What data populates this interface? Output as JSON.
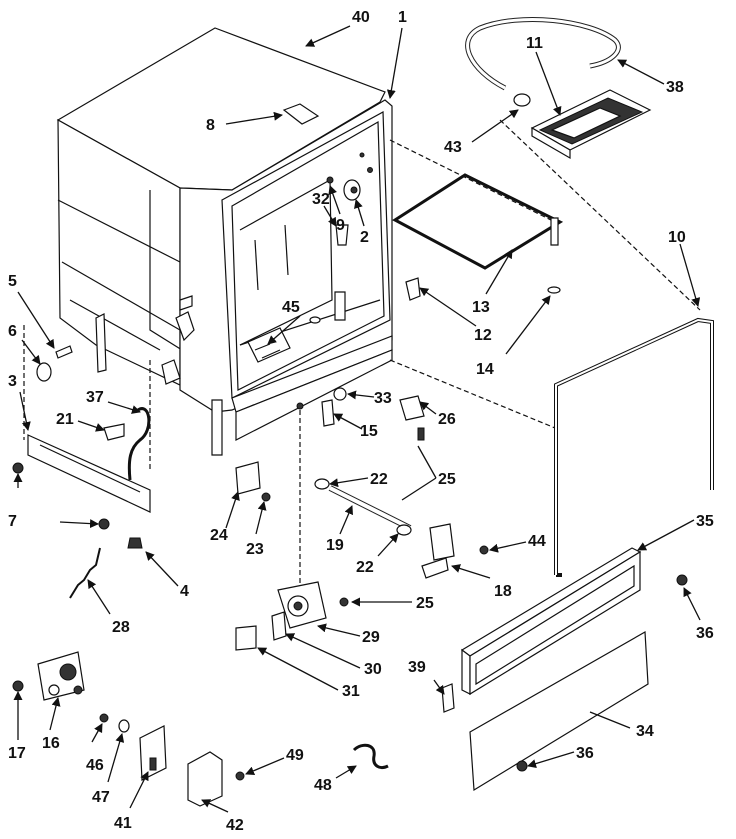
{
  "diagram": {
    "callouts": [
      "40",
      "1",
      "11",
      "38",
      "8",
      "43",
      "32",
      "9",
      "2",
      "10",
      "5",
      "45",
      "13",
      "12",
      "6",
      "14",
      "3",
      "37",
      "33",
      "21",
      "15",
      "26",
      "7",
      "22",
      "25",
      "24",
      "23",
      "19",
      "22",
      "44",
      "35",
      "4",
      "18",
      "28",
      "25",
      "36",
      "29",
      "30",
      "39",
      "31",
      "17",
      "16",
      "46",
      "49",
      "34",
      "36",
      "47",
      "48",
      "41",
      "42"
    ]
  }
}
